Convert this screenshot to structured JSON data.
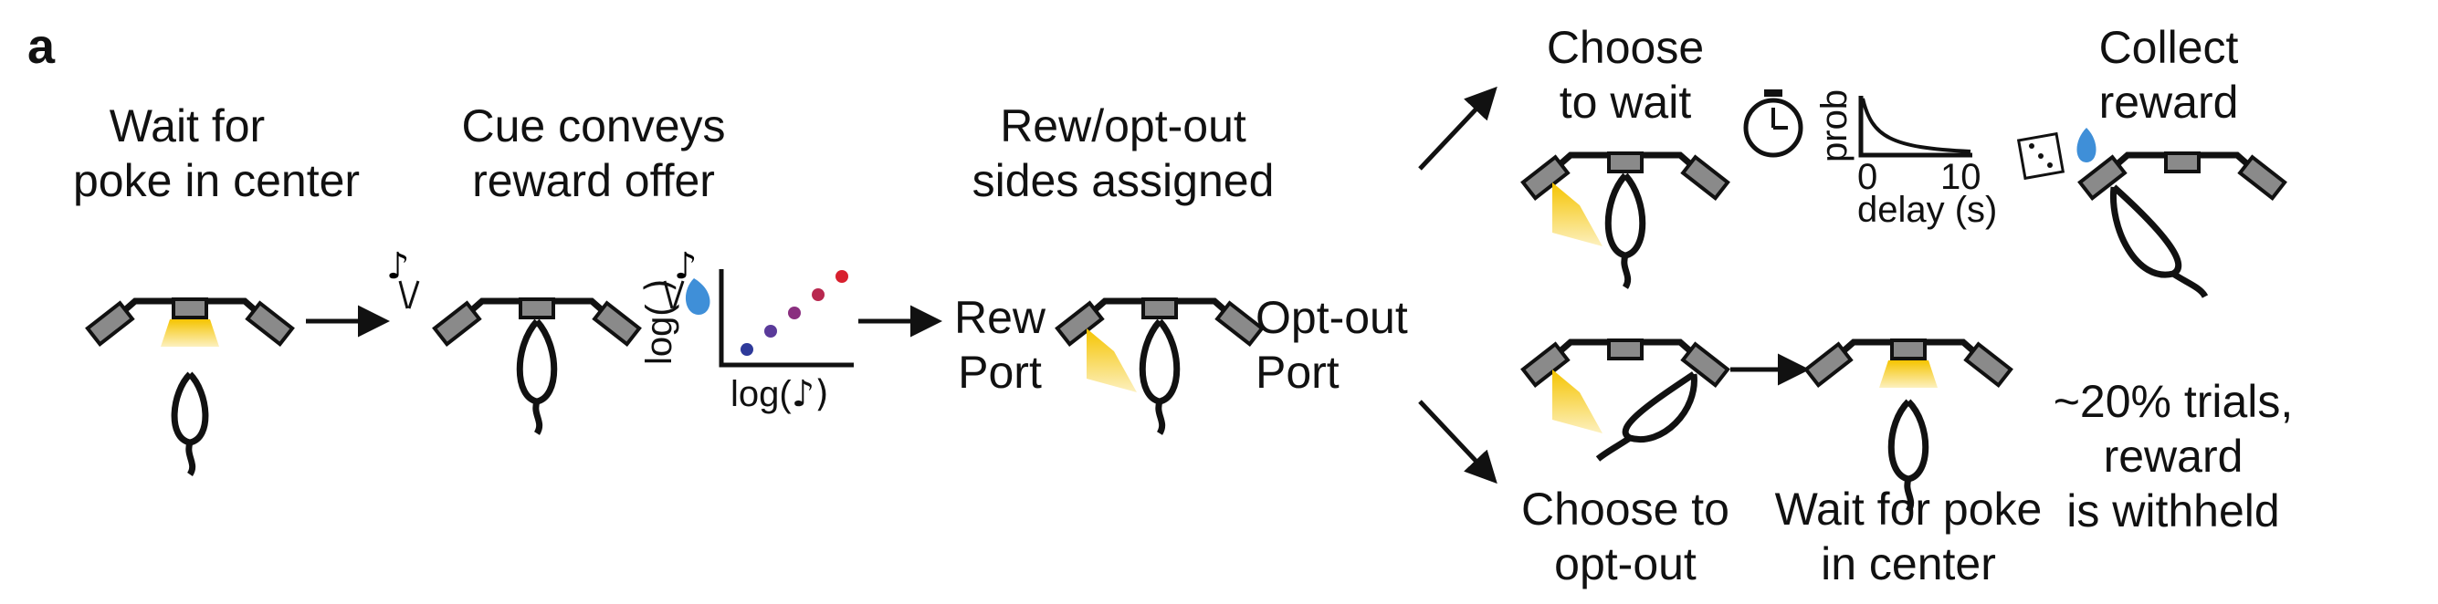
{
  "panel_label": "a",
  "steps": {
    "wait_center": [
      "Wait for",
      "poke in center"
    ],
    "cue": [
      "Cue conveys",
      "reward offer"
    ],
    "sides": [
      "Rew/opt-out",
      "sides assigned"
    ],
    "rew_port": [
      "Rew",
      "Port"
    ],
    "optout_port": [
      "Opt-out",
      "Port"
    ],
    "choose_wait": [
      "Choose",
      "to wait"
    ],
    "collect": [
      "Collect",
      "reward"
    ],
    "choose_optout": [
      "Choose to",
      "opt-out"
    ],
    "wait_center2": [
      "Wait for poke",
      "in center"
    ],
    "withheld": [
      "~20% trials,",
      "reward",
      "is withheld"
    ]
  },
  "inset_offer": {
    "ylabel": "log(",
    "xlabel": "log(",
    "point_colors": [
      "#2e3a9a",
      "#5a3a9a",
      "#8a2f7f",
      "#b8284f",
      "#d8202e"
    ]
  },
  "inset_delay": {
    "ylabel": "prob",
    "xlabel": "delay (s)",
    "ticks": [
      "0",
      "10"
    ]
  },
  "colors": {
    "light": "#f5c400",
    "port": "#8a8a8a",
    "water": "#3f8fd8"
  }
}
